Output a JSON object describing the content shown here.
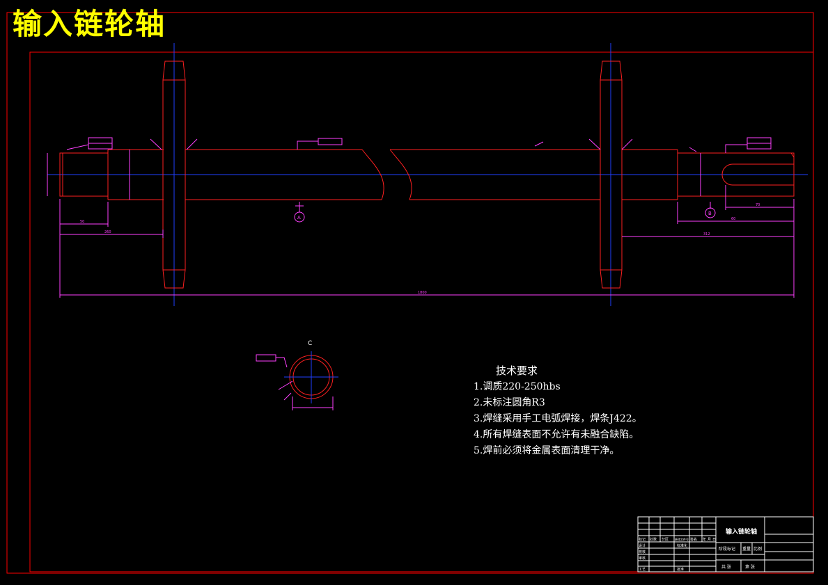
{
  "drawing": {
    "title": "输入链轮轴",
    "section_label": "C",
    "datum_a": "A",
    "datum_b": "B"
  },
  "requirements": {
    "heading": "技术要求",
    "items": [
      "1.调质220-250hbs",
      "2.未标注圆角R3",
      "3.焊缝采用手工电弧焊接，焊条J422。",
      "4.所有焊缝表面不允许有未融合缺陷。",
      "5.焊前必须将金属表面清理干净。"
    ]
  },
  "title_block": {
    "part_name": "输入链轮轴",
    "row_labels": [
      "标记",
      "设计",
      "校核",
      "审核",
      "工艺"
    ],
    "header_cells": [
      "处数",
      "分区",
      "更改文件号",
      "签名",
      "年",
      "月",
      "日"
    ],
    "standardization": "标准化",
    "approve": "批准",
    "stage_mark": "阶段标记",
    "weight": "重量",
    "scale": "比例",
    "sheets_total": "共 张",
    "sheet_no": "第 张"
  },
  "colors": {
    "outline": "#ff2020",
    "centerline": "#2040ff",
    "dimension": "#ff40ff",
    "text": "#ffffff",
    "title": "#ffff00",
    "frame": "#ff0000"
  }
}
